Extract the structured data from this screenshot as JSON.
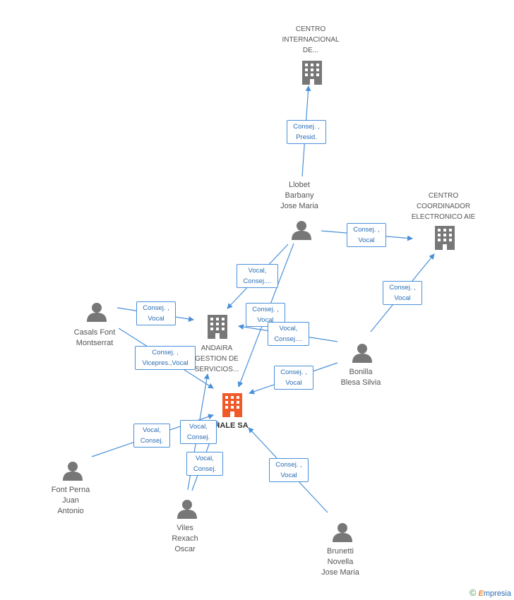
{
  "nodes": {
    "centro_internacional": {
      "label": "CENTRO\nINTERNACIONAL\nDE..."
    },
    "llobet": {
      "label": "Llobet\nBarbany\nJose Maria"
    },
    "centro_coordinador": {
      "label": "CENTRO\nCOORDINADOR\nELECTRONICO AIE"
    },
    "casals": {
      "label": "Casals Font\nMontserrat"
    },
    "andaira": {
      "label": "ANDAIRA\nGESTION DE\nSERVICIOS..."
    },
    "bonilla": {
      "label": "Bonilla\nBlesa Silvia"
    },
    "main": {
      "label": "IALE SA"
    },
    "font_perna": {
      "label": "Font Perna\nJuan\nAntonio"
    },
    "viles": {
      "label": "Viles\nRexach\nOscar"
    },
    "brunetti": {
      "label": "Brunetti\nNovella\nJose Maria"
    }
  },
  "edges": {
    "e1": {
      "label": "Consej. ,\nPresid."
    },
    "e2": {
      "label": "Consej. ,\nVocal"
    },
    "e3": {
      "label": "Vocal,\nConsej...."
    },
    "e4": {
      "label": "Consej. ,\nVocal"
    },
    "e5": {
      "label": "Consej. ,\nVocal"
    },
    "e6": {
      "label": "Consej. ,\nVocal"
    },
    "e7": {
      "label": "Vocal,\nConsej...."
    },
    "e8": {
      "label": "Consej. ,\nVicepres.,Vocal"
    },
    "e9": {
      "label": "Consej. ,\nVocal"
    },
    "e10": {
      "label": "Vocal,\nConsej."
    },
    "e11": {
      "label": "Vocal,\nConsej."
    },
    "e12": {
      "label": "Vocal,\nConsej."
    },
    "e13": {
      "label": "Consej. ,\nVocal"
    }
  },
  "colors": {
    "edge": "#4a90d9",
    "company": "#777777",
    "company_main": "#f05a28",
    "person": "#777777"
  },
  "icons": {
    "company": "building-icon",
    "person": "person-icon"
  },
  "watermark": {
    "symbol": "©",
    "brand_initial": "E",
    "brand_rest": "mpresia"
  }
}
